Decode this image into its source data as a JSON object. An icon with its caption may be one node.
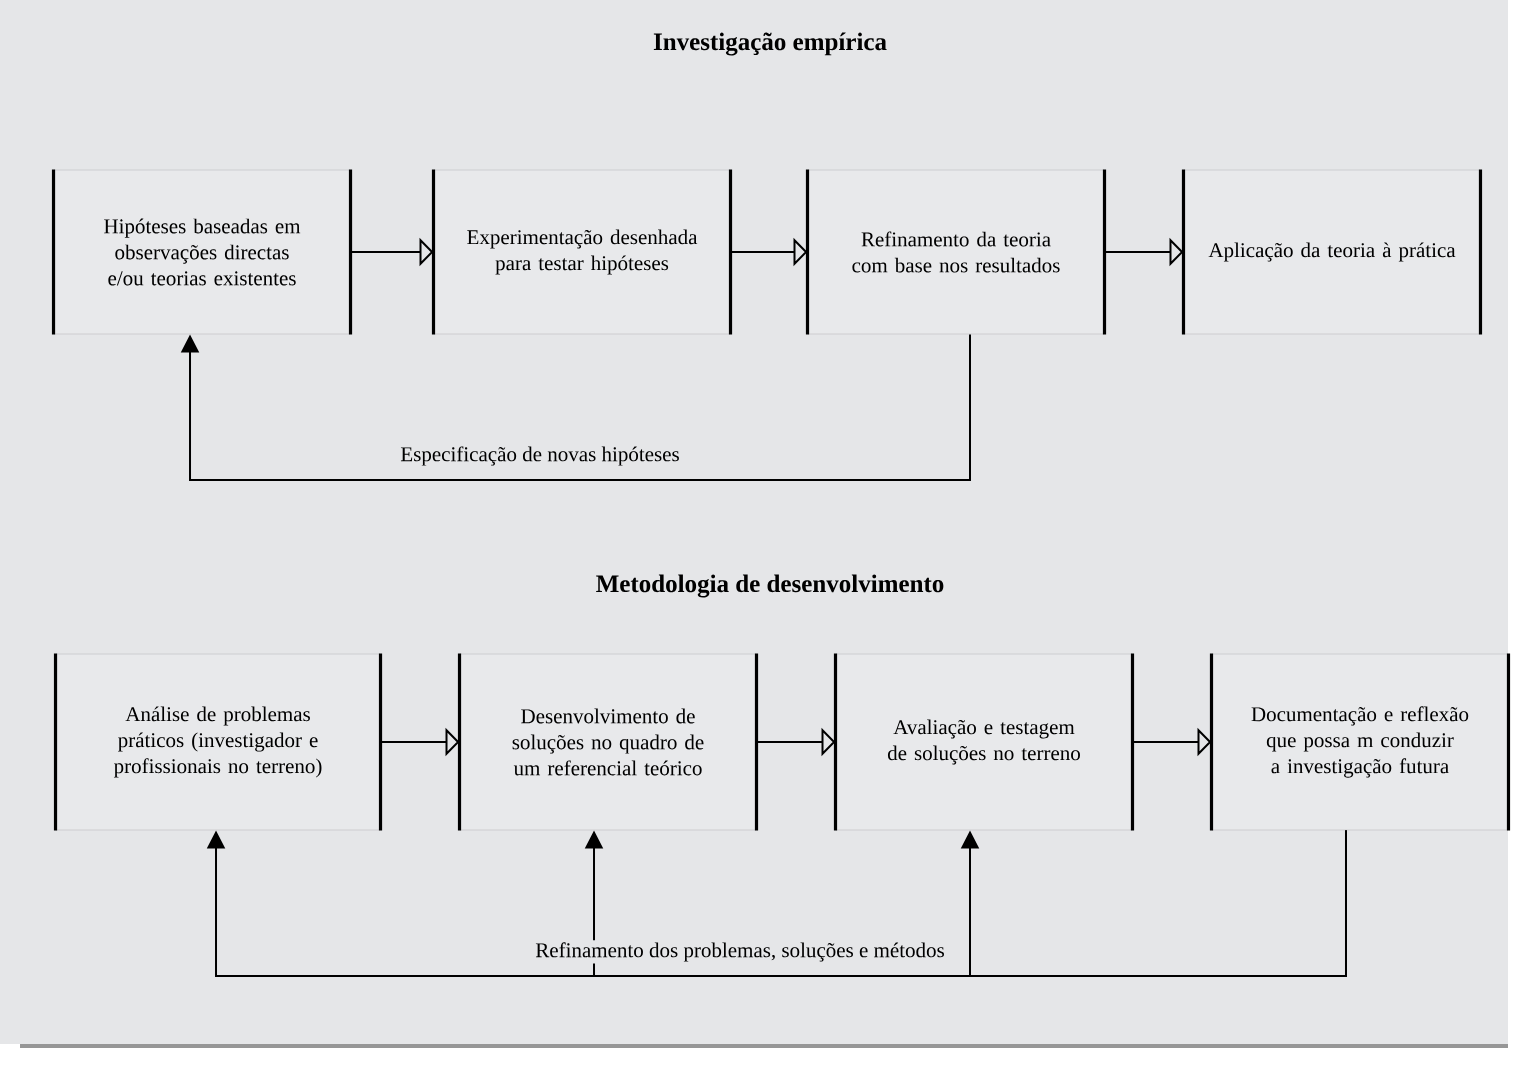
{
  "diagram": {
    "nodes": [
      {
        "text": [
          "Hipóteses baseadas em observações directas e/ou teorias existentes"
        ]
      },
      {
        "text": [
          "Experimentação desenhada para testar hipóteses"
        ]
      },
      {
        "text": [
          "Refinamento da teoria com base nos resultados"
        ]
      },
      {
        "text": [
          "Aplicação da teoria à prática"
        ]
      },
      {
        "text": [
          "Análise de problemas práticos (investigador e profissionais no terreno)"
        ]
      },
      {
        "text": [
          "Desenvolvimento de soluções no quadro de um referencial teórico"
        ]
      },
      {
        "text": [
          "Avaliação e testagem de soluções no terreno"
        ]
      },
      {
        "text": [
          "Documentação e reflexão que possa m conduzir a investigação futura"
        ]
      }
    ],
    "edges": [
      {
        "from": 0,
        "to": 1,
        "arrow": "to"
      },
      {
        "from": 1,
        "to": 2,
        "arrow": "to"
      },
      {
        "from": 2,
        "to": 3,
        "arrow": "to"
      },
      {
        "from": 2,
        "to": 0,
        "arrow": "to",
        "label": "Especificação de novas hipóteses"
      },
      {
        "from": 4,
        "to": 5,
        "arrow": "to"
      },
      {
        "from": 5,
        "to": 6,
        "arrow": "to"
      },
      {
        "from": 6,
        "to": 7,
        "arrow": "to"
      },
      {
        "from": 7,
        "to": 4,
        "arrow": "to",
        "label": "Refinamento dos problemas, soluções e métodos"
      },
      {
        "from": 7,
        "to": 5,
        "arrow": "to"
      },
      {
        "from": 7,
        "to": 6,
        "arrow": "to"
      }
    ],
    "labels": [
      "Investigação empírica",
      "Metodologia de desenvolvimento"
    ]
  }
}
